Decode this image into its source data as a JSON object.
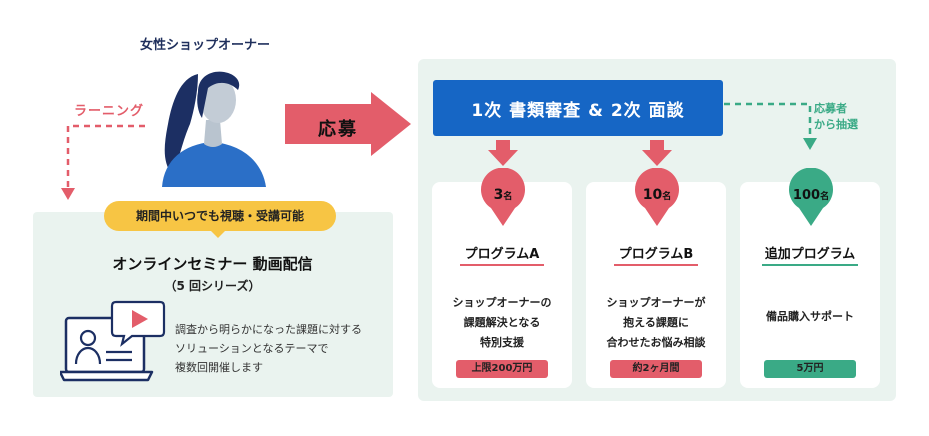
{
  "colors": {
    "navy": "#1f2f5c",
    "blue": "#1666c5",
    "red": "#e35d6a",
    "green": "#3aaa86",
    "yellow": "#f7c544",
    "panel": "#eaf3ef"
  },
  "left": {
    "owner_title": "女性ショップオーナー",
    "learning_label": "ラーニング",
    "badge": "期間中いつでも視聴・受講可能",
    "seminar_title": "オンラインセミナー 動画配信",
    "seminar_sub": "（5 回シリーズ）",
    "seminar_desc": [
      "調査から明らかになった課題に対する",
      "ソリューションとなるテーマで",
      "複数回開催します"
    ]
  },
  "apply_label": "応募",
  "selection": {
    "title": "1次 書類審査 & 2次 面談",
    "lottery": [
      "応募者",
      "から抽選"
    ]
  },
  "programs": [
    {
      "count": "3",
      "unit": "名",
      "title": "プログラムA",
      "desc": [
        "ショップオーナーの",
        "課題解決となる",
        "特別支援"
      ],
      "amount": "上限200万円",
      "accent": "#e35d6a"
    },
    {
      "count": "10",
      "unit": "名",
      "title": "プログラムB",
      "desc": [
        "ショップオーナーが",
        "抱える課題に",
        "合わせたお悩み相談"
      ],
      "amount": "約2ヶ月間",
      "accent": "#e35d6a"
    },
    {
      "count": "100",
      "unit": "名",
      "title": "追加プログラム",
      "desc": [
        "備品購入サポート"
      ],
      "amount": "5万円",
      "accent": "#3aaa86"
    }
  ]
}
